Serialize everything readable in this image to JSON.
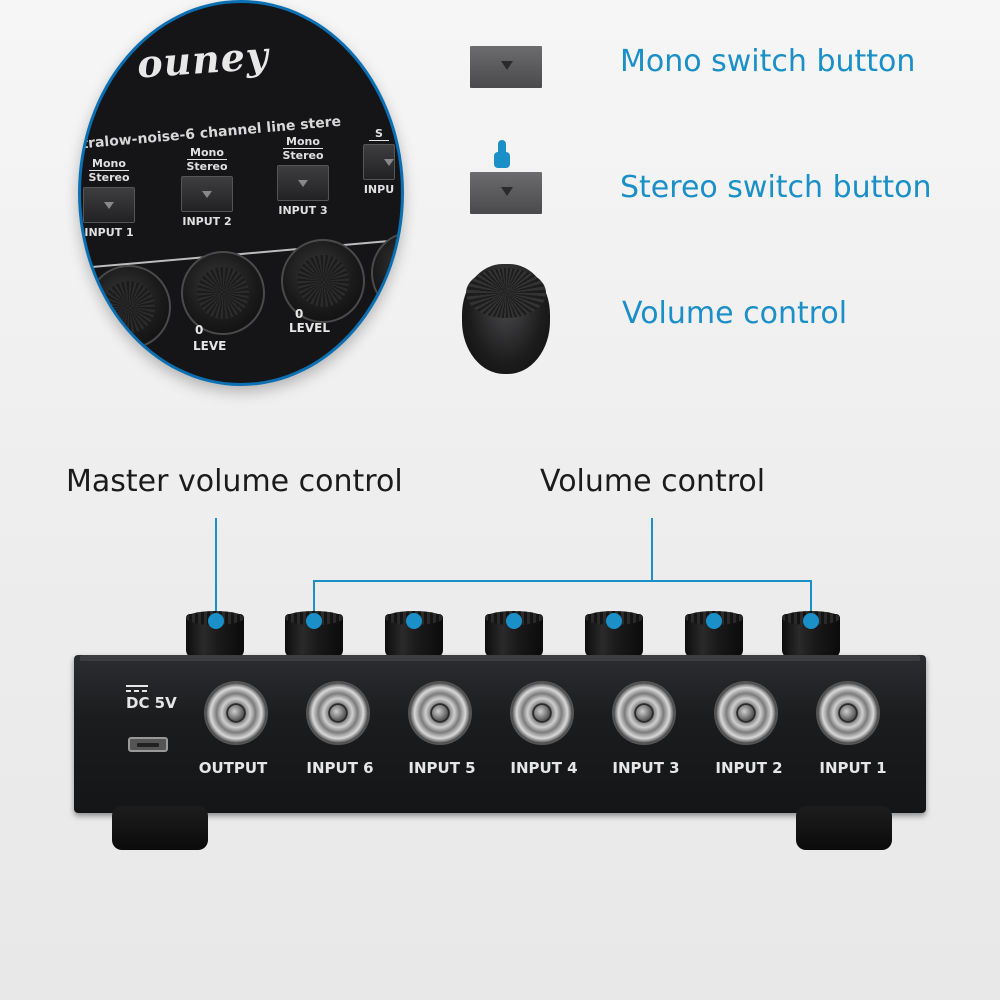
{
  "zoom_panel": {
    "brand": "ouney",
    "tagline": "tralow-noise-6 channel line stere",
    "channels": [
      {
        "mono": "Mono",
        "stereo": "Stereo",
        "input": "INPUT 1"
      },
      {
        "mono": "Mono",
        "stereo": "Stereo",
        "input": "INPUT 2"
      },
      {
        "mono": "Mono",
        "stereo": "Stereo",
        "input": "INPUT 3"
      },
      {
        "mono": "S",
        "stereo": "",
        "input": "INPU"
      }
    ],
    "level_zero": "0",
    "level_label_1": "LEVE",
    "level_label_2": "LEVEL"
  },
  "legend": {
    "mono_switch": "Mono switch button",
    "stereo_switch": "Stereo switch button",
    "volume_control": "Volume control"
  },
  "callouts": {
    "master_volume": "Master volume control",
    "volume_control": "Volume control"
  },
  "device": {
    "dc_label": "DC 5V",
    "jacks": [
      "OUTPUT",
      "INPUT 6",
      "INPUT 5",
      "INPUT 4",
      "INPUT 3",
      "INPUT 2",
      "INPUT 1"
    ]
  },
  "colors": {
    "accent": "#1a8fc8",
    "device_body": "#1b1c1e",
    "background": "#eeeeee"
  }
}
